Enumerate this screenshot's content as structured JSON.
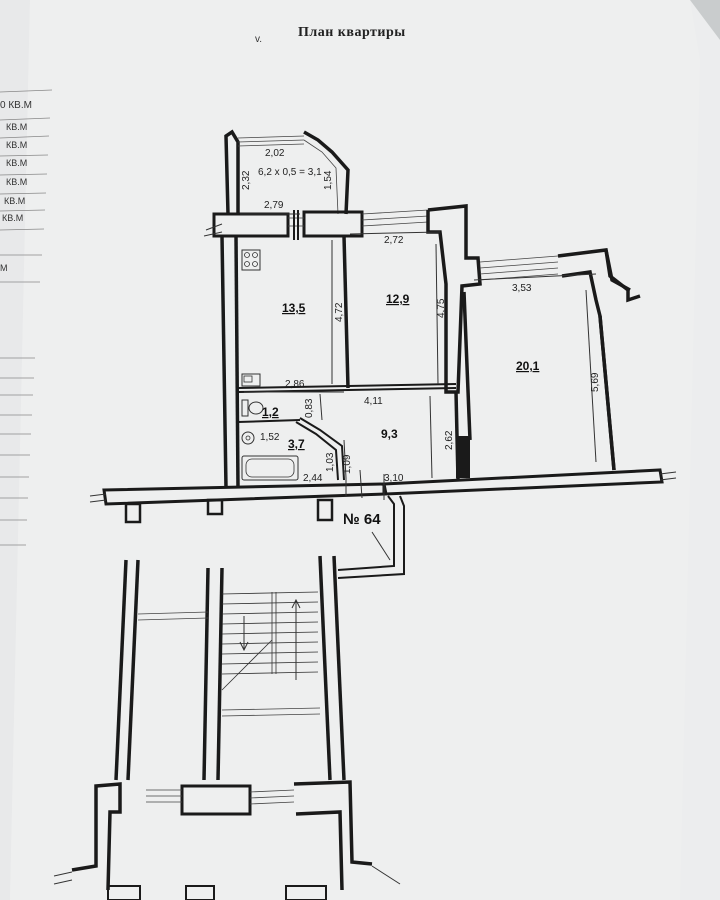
{
  "header": {
    "mark": "v.",
    "title": "План квартиры"
  },
  "left_sheet": {
    "units": [
      "0 КВ.М",
      "КВ.М",
      "КВ.М",
      "КВ.М",
      "КВ.М",
      "КВ.М",
      "КВ.М",
      "М"
    ]
  },
  "plan": {
    "apartment_label": "№ 64",
    "balcony": {
      "width": "2,02",
      "formula": "6,2 x 0,5 = 3,1",
      "left_depth": "2,32",
      "right_depth": "1,54"
    },
    "rooms": [
      {
        "name": "room-13-5",
        "area": "13,5",
        "width": "2,79",
        "length": "4,72"
      },
      {
        "name": "room-12-9",
        "area": "12,9",
        "width": "2,72",
        "length": "4,75"
      },
      {
        "name": "room-20-1",
        "area": "20,1",
        "width": "3,53",
        "length": "5,69"
      },
      {
        "name": "hall",
        "area": "9,3",
        "width": "4,11",
        "length": "2,62"
      },
      {
        "name": "toilet",
        "area": "1,2",
        "width": "0,83"
      },
      {
        "name": "bathroom",
        "area": "3,7",
        "width": "1,52",
        "length": "1,03"
      }
    ],
    "dims": {
      "kitchen_to_wc": "2,86",
      "corridor_left": "2,44",
      "corridor_right": "3,10",
      "corridor_depth": "1,09"
    }
  }
}
